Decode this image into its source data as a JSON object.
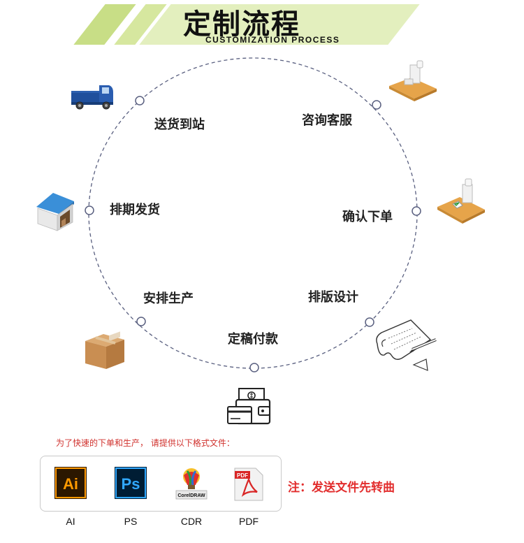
{
  "header": {
    "title": "定制流程",
    "subtitle": "CUSTOMIZATION PROCESS"
  },
  "steps": [
    {
      "label": "咨询客服",
      "icon": "customer-service-desk-icon"
    },
    {
      "label": "确认下单",
      "icon": "order-desk-icon"
    },
    {
      "label": "排版设计",
      "icon": "design-paper-pen-icon"
    },
    {
      "label": "定稿付款",
      "icon": "wallet-payment-icon"
    },
    {
      "label": "安排生产",
      "icon": "cardboard-box-icon"
    },
    {
      "label": "排期发货",
      "icon": "warehouse-icon"
    },
    {
      "label": "送货到站",
      "icon": "delivery-truck-icon"
    }
  ],
  "formats": {
    "note": "为了快速的下单和生产， 请提供以下格式文件：",
    "items": [
      {
        "label": "AI",
        "icon_text": "Ai",
        "icon": "illustrator-icon"
      },
      {
        "label": "PS",
        "icon_text": "Ps",
        "icon": "photoshop-icon"
      },
      {
        "label": "CDR",
        "icon_text": "CorelDRAW",
        "icon": "coreldraw-icon"
      },
      {
        "label": "PDF",
        "icon_text": "PDF",
        "icon": "pdf-icon"
      }
    ],
    "warning": "注：发送文件先转曲"
  },
  "colors": {
    "banner": "#e3efbe",
    "circle": "#5a6080",
    "warning": "#e22d2d",
    "ai_bg": "#2b1700",
    "ai_accent": "#ff9a00",
    "ps_bg": "#001d34",
    "ps_accent": "#31a8ff"
  }
}
